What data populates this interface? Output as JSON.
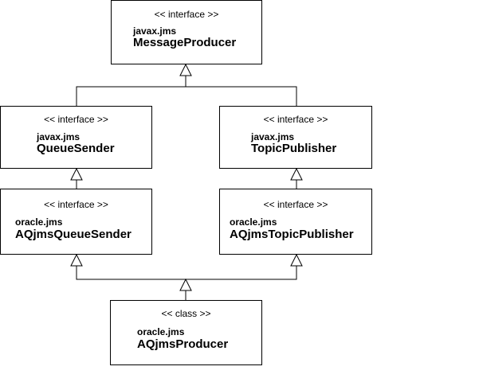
{
  "nodes": {
    "message_producer": {
      "stereotype": "<< interface >>",
      "package": "javax.jms",
      "name": "MessageProducer"
    },
    "queue_sender": {
      "stereotype": "<< interface >>",
      "package": "javax.jms",
      "name": "QueueSender"
    },
    "topic_publisher": {
      "stereotype": "<< interface >>",
      "package": "javax.jms",
      "name": "TopicPublisher"
    },
    "aqjms_queue_sender": {
      "stereotype": "<< interface >>",
      "package": "oracle.jms",
      "name": "AQjmsQueueSender"
    },
    "aqjms_topic_publisher": {
      "stereotype": "<< interface >>",
      "package": "oracle.jms",
      "name": "AQjmsTopicPublisher"
    },
    "aqjms_producer": {
      "stereotype": "<< class >>",
      "package": "oracle.jms",
      "name": "AQjmsProducer"
    }
  },
  "edges": [
    {
      "from": "queue_sender",
      "to": "message_producer",
      "type": "generalization"
    },
    {
      "from": "topic_publisher",
      "to": "message_producer",
      "type": "generalization"
    },
    {
      "from": "aqjms_queue_sender",
      "to": "queue_sender",
      "type": "generalization"
    },
    {
      "from": "aqjms_topic_publisher",
      "to": "topic_publisher",
      "type": "generalization"
    },
    {
      "from": "aqjms_producer",
      "to": "aqjms_queue_sender",
      "type": "generalization"
    },
    {
      "from": "aqjms_producer",
      "to": "aqjms_topic_publisher",
      "type": "generalization"
    }
  ]
}
